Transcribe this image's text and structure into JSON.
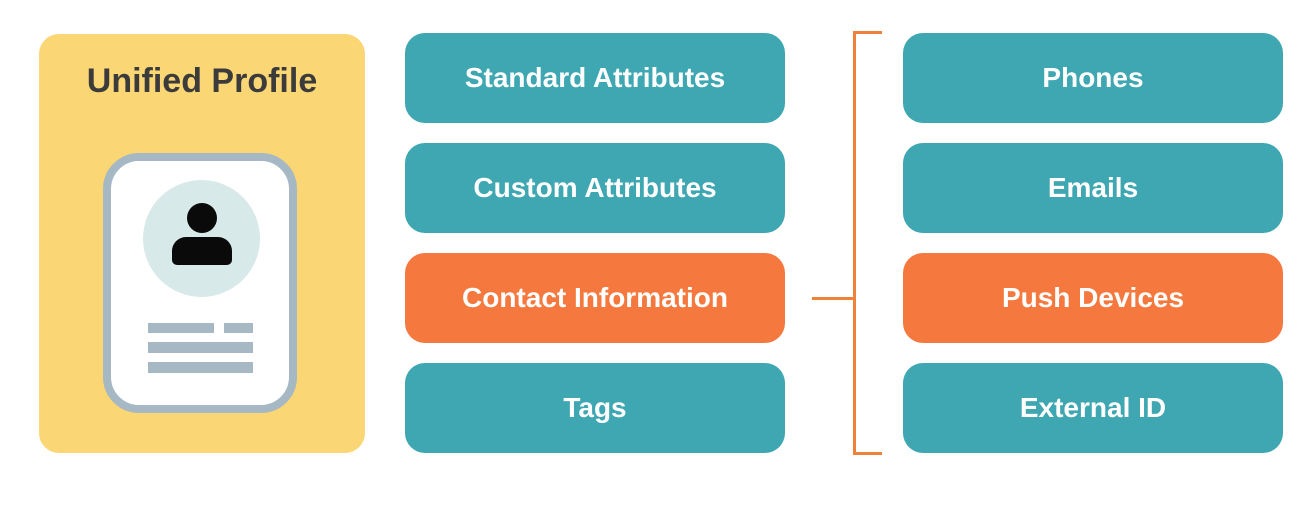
{
  "palette": {
    "teal": "#3EA7B2",
    "orange": "#F5793E",
    "yellow": "#FBD674",
    "title_text": "#3B3B3B",
    "card_border": "#A5B8C3",
    "avatar_bg": "#D8E9EA",
    "avatar_fg": "#0A0A0A",
    "connector": "#F0813B"
  },
  "profile_card": {
    "title": "Unified Profile",
    "icon": "id-card-icon"
  },
  "middle_column": {
    "items": [
      {
        "label": "Standard Attributes",
        "color": "teal"
      },
      {
        "label": "Custom Attributes",
        "color": "teal"
      },
      {
        "label": "Contact Information",
        "color": "orange"
      },
      {
        "label": "Tags",
        "color": "teal"
      }
    ]
  },
  "right_column": {
    "items": [
      {
        "label": "Phones",
        "color": "teal"
      },
      {
        "label": "Emails",
        "color": "teal"
      },
      {
        "label": "Push Devices",
        "color": "orange"
      },
      {
        "label": "External ID",
        "color": "teal"
      }
    ]
  }
}
